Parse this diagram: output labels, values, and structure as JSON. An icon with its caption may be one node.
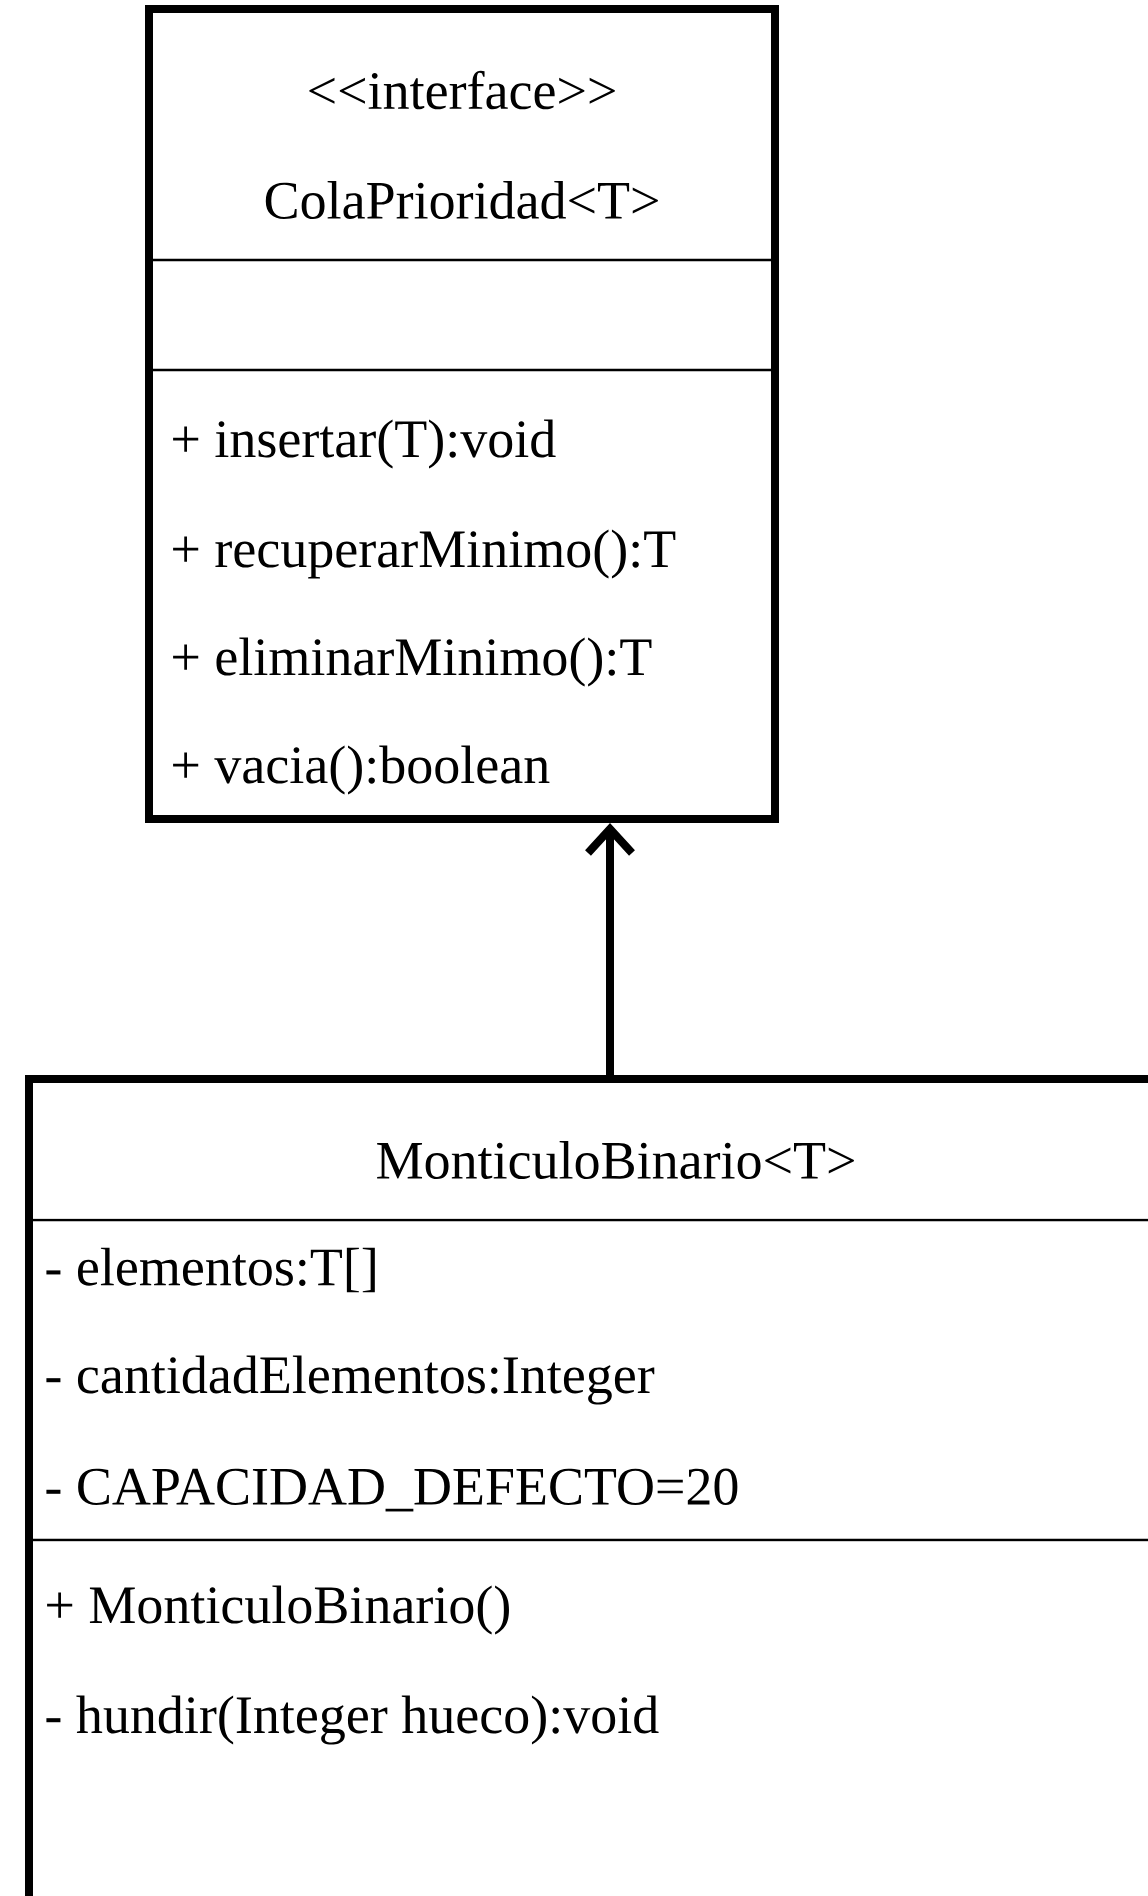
{
  "diagram": {
    "nodes": [
      {
        "text": [
          "<<interface>>",
          "ColaPrioridad<T>",
          "+ insertar(T):void",
          "+ recuperarMinimo():T",
          "+ eliminarMinimo():T",
          "+ vacia():boolean"
        ]
      },
      {
        "text": [
          "MonticuloBinario<T>",
          "- elementos:T[]",
          "- cantidadElementos:Integer",
          "- CAPACIDAD_DEFECTO=20",
          "+ MonticuloBinario()",
          "- hundir(Integer hueco):void"
        ]
      }
    ],
    "edges": [
      {
        "from": 1,
        "to": 0,
        "arrow": "to"
      }
    ]
  }
}
